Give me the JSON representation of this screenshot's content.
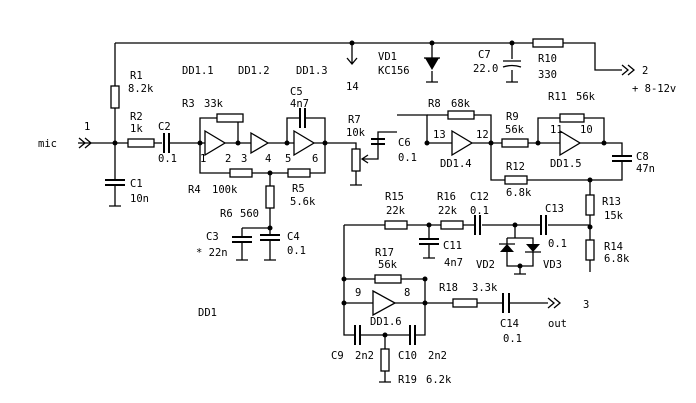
{
  "labels": {
    "ic1": "DD1.1",
    "ic2": "DD1.2",
    "ic3": "DD1.3",
    "ic": "DD1",
    "u14": "DD1.4",
    "u15": "DD1.5",
    "u16": "DD1.6",
    "pin1": "1",
    "pin2": "2",
    "pin3": "3",
    "pin4": "4",
    "pin5": "5",
    "pin6": "6",
    "pin8": "8",
    "pin9": "9",
    "pin10": "10",
    "pin11": "11",
    "pin12": "12",
    "pin13": "13",
    "pin14": "14",
    "mic": "mic",
    "out": "out",
    "t1": "1",
    "t2": "2",
    "t3": "3",
    "supply": "+ 8-12v",
    "r1": "R1",
    "r1v": "8.2k",
    "r2": "R2",
    "r2v": "1k",
    "r3": "R3",
    "r3v": "33k",
    "r4": "R4",
    "r4v": "100k",
    "r5": "R5",
    "r5v": "5.6k",
    "r6": "R6",
    "r6v": "560",
    "r7": "R7",
    "r7v": "10k",
    "r8": "R8",
    "r8v": "68k",
    "r9": "R9",
    "r9v": "56k",
    "r10": "R10",
    "r10v": "330",
    "r11": "R11",
    "r11v": "56k",
    "r12": "R12",
    "r12v": "6.8k",
    "r13": "R13",
    "r13v": "15k",
    "r14": "R14",
    "r14v": "6.8k",
    "r15": "R15",
    "r15v": "22k",
    "r16": "R16",
    "r16v": "22k",
    "r17": "R17",
    "r17v": "56k",
    "r18": "R18",
    "r18v": "3.3k",
    "r19": "R19",
    "r19v": "6.2k",
    "c1": "C1",
    "c1v": "10n",
    "c2": "C2",
    "c2v": "0.1",
    "c3": "C3",
    "c3v": "* 22n",
    "c4": "C4",
    "c4v": "0.1",
    "c5": "C5",
    "c5v": "4n7",
    "c6": "C6",
    "c6v": "0.1",
    "c7": "C7",
    "c7v": "22.0",
    "c8": "C8",
    "c8v": "47n",
    "c9": "C9",
    "c9v": "2n2",
    "c10": "C10",
    "c10v": "2n2",
    "c11": "C11",
    "c11v": "4n7",
    "c12": "C12",
    "c12v": "0.1",
    "c13": "C13",
    "c13v": "0.1",
    "c14": "C14",
    "c14v": "0.1",
    "vd1": "VD1",
    "vd1v": "KC156",
    "vd2": "VD2",
    "vd3": "VD3"
  }
}
